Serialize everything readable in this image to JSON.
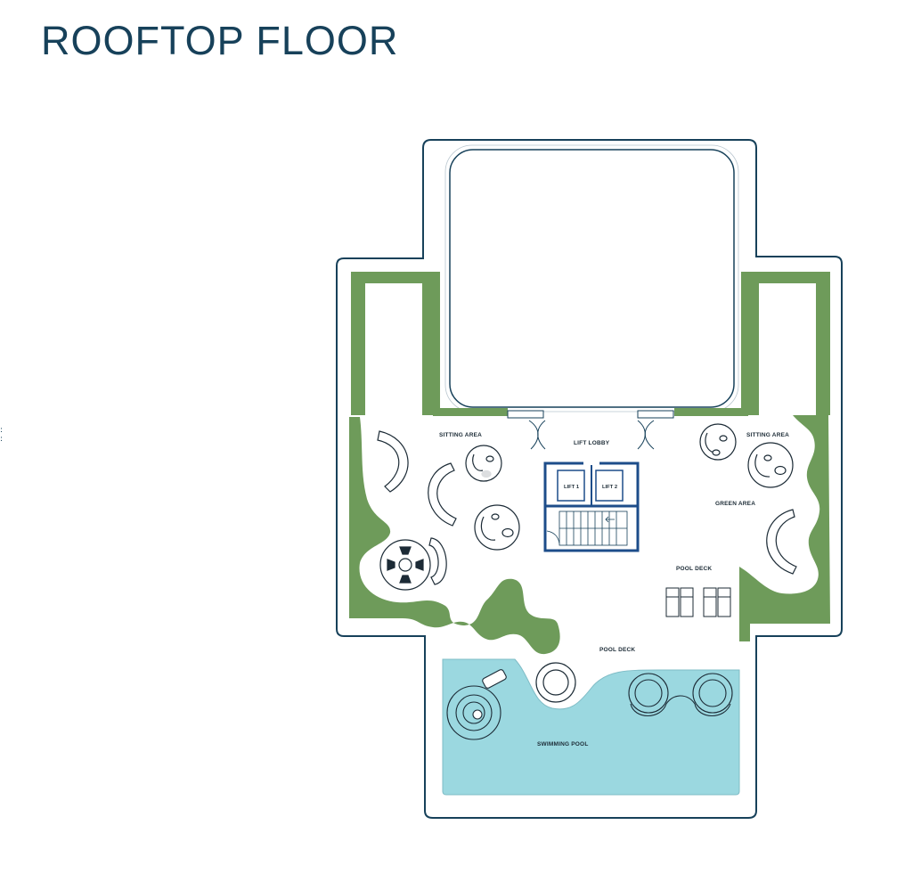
{
  "title": "ROOFTOP FLOOR",
  "labels": {
    "sitting_area_left": "SITTING AREA",
    "sitting_area_right": "SITTING AREA",
    "lift_lobby": "LIFT LOBBY",
    "lift_1": "LIFT 1",
    "lift_2": "LIFT 2",
    "green_area": "GREEN AREA",
    "pool_deck_upper": "POOL DECK",
    "pool_deck_lower": "POOL DECK",
    "swimming_pool": "SWIMMING POOL"
  },
  "colors": {
    "outline": "#17415a",
    "green": "#6e9b5a",
    "pool": "#9bd8e0",
    "structure": "#1d4d8a"
  }
}
